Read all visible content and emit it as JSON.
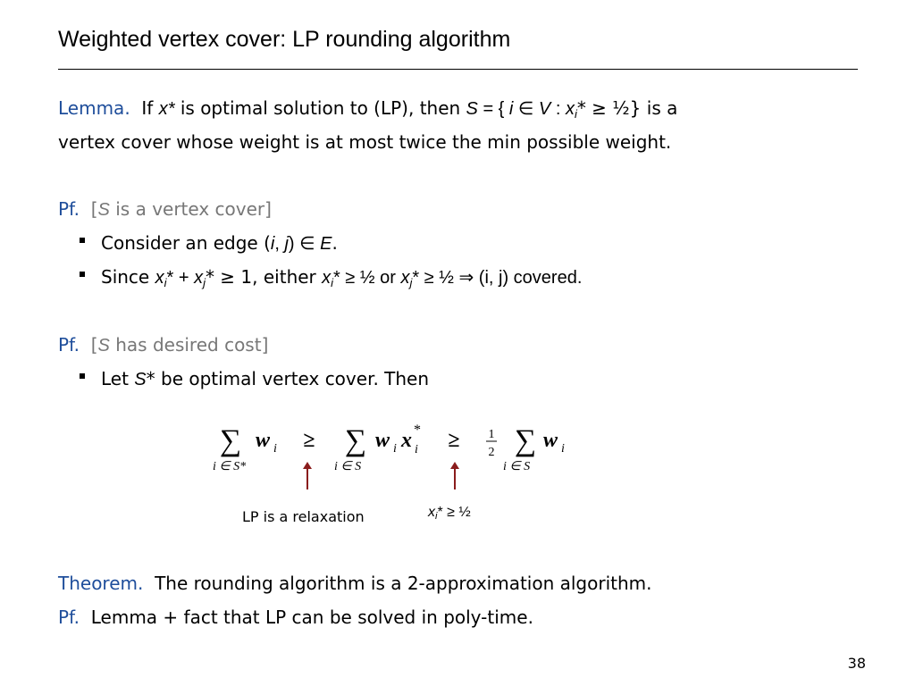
{
  "title": "Weighted vertex cover:  LP rounding algorithm",
  "lemma": {
    "label": "Lemma.",
    "text1": "If ",
    "xstar": "x*",
    "text2": " is optimal solution to (LP), then ",
    "S": "S",
    "text3": " = { ",
    "i": "i",
    "text4": " ∈ ",
    "V": "V",
    "text5": "  : ",
    "x": "x",
    "sub_i": "i",
    "text6": "* ≥ ½} is a",
    "line2": "vertex cover whose weight is at most twice the min possible weight."
  },
  "pf1": {
    "label": "Pf.",
    "bracket_open": "[",
    "S": "S",
    "heading": " is a vertex cover]",
    "bullet1_a": "Consider an edge (",
    "bullet1_i": "i",
    "bullet1_comma": ", ",
    "bullet1_j": "j",
    "bullet1_b": ") ∈ ",
    "bullet1_E": "E",
    "bullet1_c": ".",
    "bullet2_a": "Since ",
    "bullet2_b": "* + ",
    "bullet2_c": "*  ≥  1, either ",
    "bullet2_d": "* ≥ ½ or  ",
    "bullet2_e": "* ≥ ½   ⇒  (i, j) covered."
  },
  "pf2": {
    "label": "Pf.",
    "bracket_open": "[",
    "S": "S",
    "heading": " has desired cost]",
    "bullet_a": "Let ",
    "bullet_S": "S",
    "bullet_b": "* be optimal vertex cover. Then"
  },
  "formula": {
    "ge": "≥",
    "w": "w",
    "x": "x",
    "i": "i",
    "star": "*",
    "sum1_sub": "i ∈ S*",
    "sum2_sub": "i ∈ S",
    "sum3_sub": "i ∈ S",
    "half_num": "1",
    "half_den": "2"
  },
  "notes": {
    "relaxation": "LP is a relaxation",
    "xi_x": "x",
    "xi_sub": "i",
    "xi_rest": "*  ≥  ½"
  },
  "theorem": {
    "label": "Theorem.",
    "text": "The rounding algorithm is a 2-approximation algorithm."
  },
  "pf3": {
    "label": "Pf.",
    "text": "Lemma + fact that LP can be solved in poly-time."
  },
  "page_number": "38",
  "colors": {
    "keyword": "#1f4e9b",
    "bracket_text": "#777777",
    "arrow": "#8a1c1c"
  }
}
